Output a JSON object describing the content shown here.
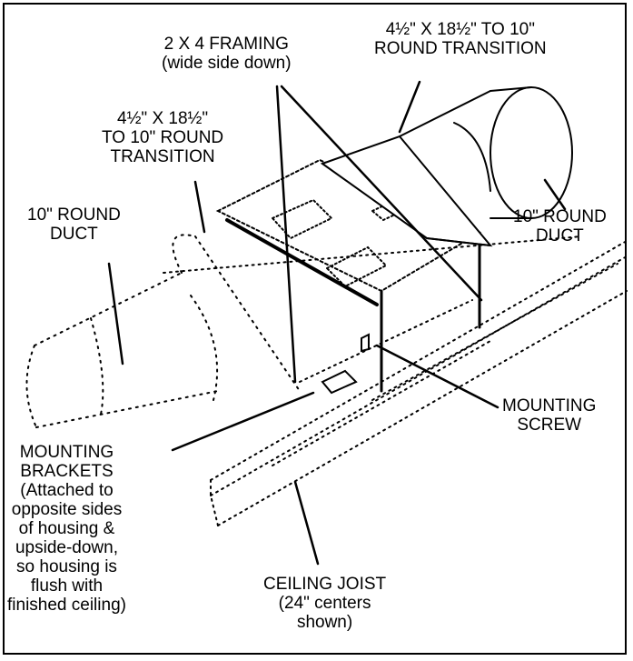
{
  "labels": {
    "framing": [
      "2 X 4 FRAMING",
      "(wide side down)"
    ],
    "transition_right": [
      "4½\" X 18½\" TO 10\"",
      "ROUND TRANSITION"
    ],
    "transition_left": [
      "4½\" X 18½\"",
      "TO 10\" ROUND",
      "TRANSITION"
    ],
    "duct_left": [
      "10\" ROUND",
      "DUCT"
    ],
    "duct_right": [
      "10\" ROUND",
      "DUCT"
    ],
    "mounting_screw": [
      "MOUNTING",
      "SCREW"
    ],
    "mounting_brackets": [
      "MOUNTING",
      "BRACKETS",
      "(Attached to",
      "opposite sides",
      "of housing &",
      "upside-down,",
      "so housing is",
      "flush with",
      "finished ceiling)"
    ],
    "ceiling_joist": [
      "CEILING JOIST",
      "(24\" centers",
      "shown)"
    ]
  }
}
